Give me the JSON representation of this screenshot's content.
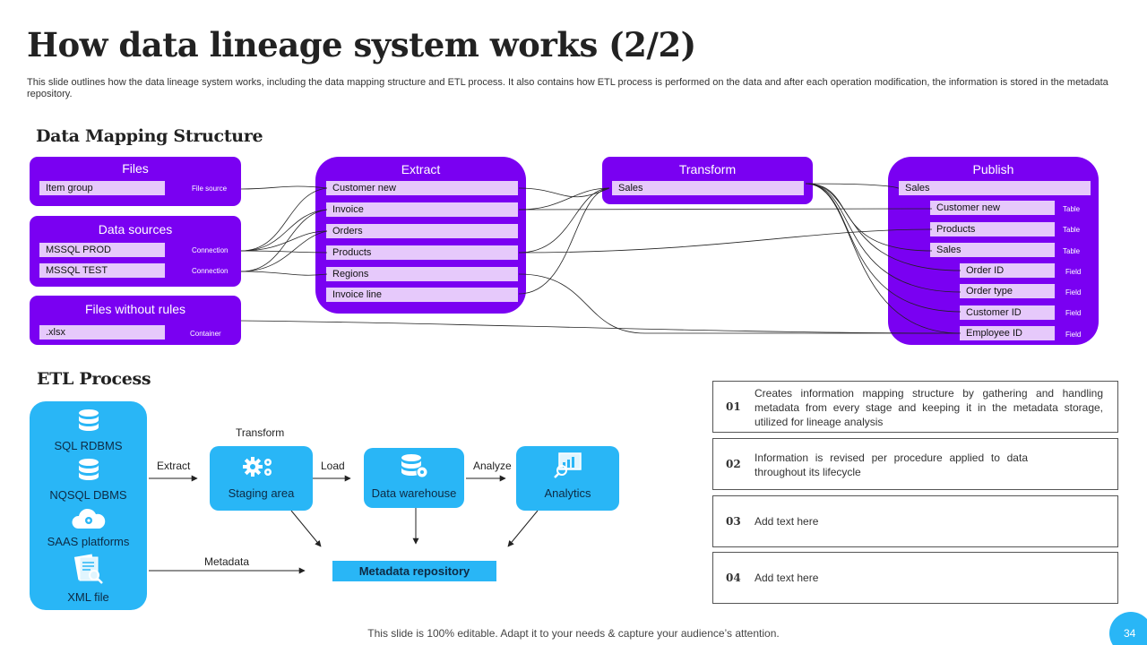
{
  "title": "How data lineage system works (2/2)",
  "description": "This slide outlines how the data lineage system works, including the data mapping structure and ETL process. It also contains how ETL process is performed on the data and after each operation modification, the information is stored in the metadata repository.",
  "mapping": {
    "heading": "Data Mapping Structure",
    "files": {
      "title": "Files",
      "row": "Item group",
      "tag": "File source"
    },
    "data_sources": {
      "title": "Data sources",
      "rows": [
        "MSSQL PROD",
        "MSSQL TEST"
      ],
      "tag": "Connection"
    },
    "files_without_rules": {
      "title": "Files without rules",
      "row": ".xlsx",
      "tag": "Container"
    },
    "extract": {
      "title": "Extract",
      "rows": [
        "Customer new",
        "Invoice",
        "Orders",
        "Products",
        "Regions",
        "Invoice line"
      ]
    },
    "transform": {
      "title": "Transform",
      "row": "Sales"
    },
    "publish": {
      "title": "Publish",
      "sales": "Sales",
      "tables": [
        {
          "name": "Customer new",
          "tag": "Table"
        },
        {
          "name": "Products",
          "tag": "Table"
        },
        {
          "name": "Sales",
          "tag": "Table"
        }
      ],
      "fields": [
        {
          "name": "Order ID",
          "tag": "Field"
        },
        {
          "name": "Order type",
          "tag": "Field"
        },
        {
          "name": "Customer ID",
          "tag": "Field"
        },
        {
          "name": "Employee ID",
          "tag": "Field"
        }
      ]
    }
  },
  "etl": {
    "heading": "ETL Process",
    "sources": [
      "SQL RDBMS",
      "NQSQL DBMS",
      "SAAS platforms",
      "XML file"
    ],
    "extract_label": "Extract",
    "transform_label": "Transform",
    "load_label": "Load",
    "analyze_label": "Analyze",
    "metadata_label": "Metadata",
    "staging": "Staging area",
    "warehouse": "Data warehouse",
    "analytics": "Analytics",
    "metadata_repo": "Metadata repository",
    "accent_color": "#29b6f6",
    "mapping_color": "#7a00f2"
  },
  "steps": [
    {
      "num": "01",
      "text": "Creates information mapping structure by gathering and handling metadata from every stage and keeping it in the metadata storage, utilized for lineage analysis"
    },
    {
      "num": "02",
      "text": "Information is revised per procedure applied to data throughout its lifecycle"
    },
    {
      "num": "03",
      "text": "Add text here"
    },
    {
      "num": "04",
      "text": "Add text here"
    }
  ],
  "footer": "This slide is 100% editable. Adapt it to your needs & capture your audience’s attention.",
  "page_number": "34"
}
